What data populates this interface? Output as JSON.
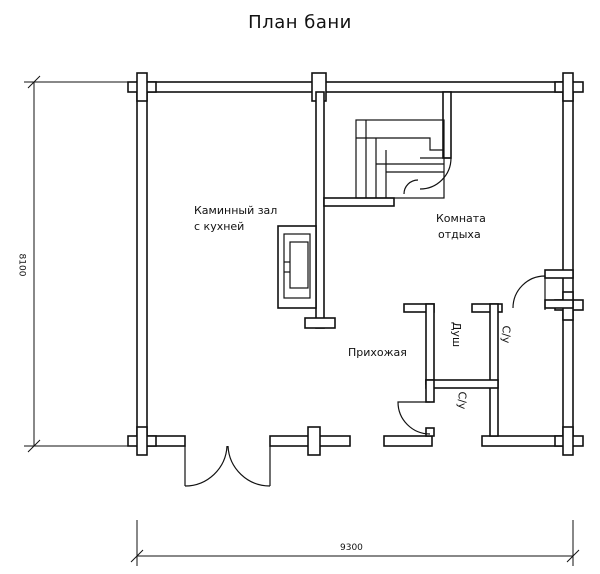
{
  "title": "План бани",
  "rooms": {
    "hall_line1": "Каминный зал",
    "hall_line2": "с кухней",
    "rest_line1": "Комната",
    "rest_line2": "отдыха",
    "entry": "Прихожая",
    "shower": "Душ",
    "wc1": "С/у",
    "wc2": "С/у"
  },
  "dimensions": {
    "height": "8100",
    "width": "9300"
  }
}
